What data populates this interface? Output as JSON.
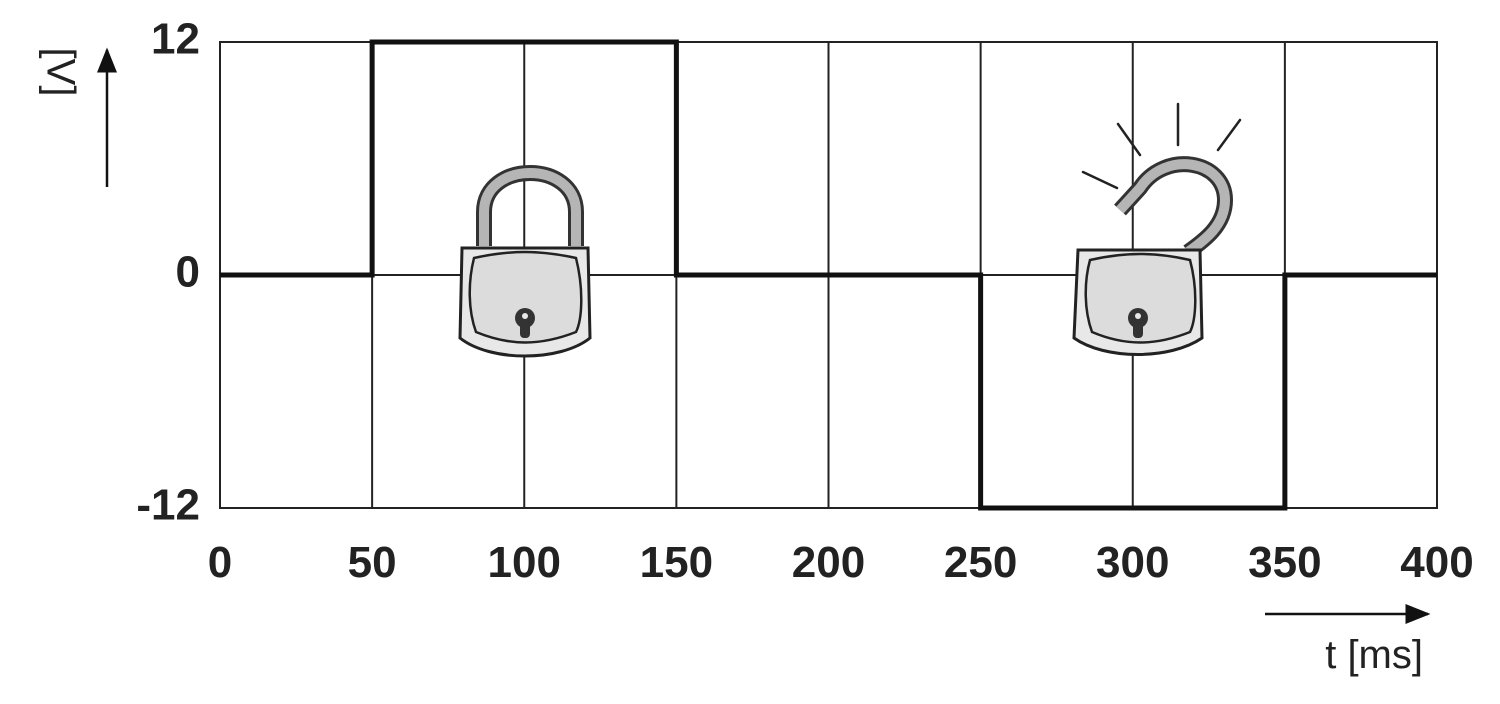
{
  "chart_data": {
    "type": "line",
    "title": "",
    "xlabel": "t [ms]",
    "ylabel": "[V]",
    "xlim": [
      0,
      400
    ],
    "ylim": [
      -12,
      12
    ],
    "x_ticks": [
      0,
      50,
      100,
      150,
      200,
      250,
      300,
      350,
      400
    ],
    "y_ticks": [
      -12,
      0,
      12
    ],
    "x_tick_labels": [
      "0",
      "50",
      "100",
      "150",
      "200",
      "250",
      "300",
      "350",
      "400"
    ],
    "y_tick_labels": [
      "-12",
      "0",
      "12"
    ],
    "grid": true,
    "legend": "none",
    "series": [
      {
        "x": [
          0,
          50,
          50,
          150,
          150,
          250,
          250,
          350,
          350,
          400
        ],
        "y": [
          0,
          0,
          12,
          12,
          0,
          0,
          -12,
          -12,
          0,
          0
        ]
      }
    ],
    "annotations": [
      {
        "icon": "locked-padlock-icon",
        "x": 100,
        "y": 0
      },
      {
        "icon": "unlocked-padlock-icon",
        "x": 300,
        "y": 0
      }
    ]
  }
}
